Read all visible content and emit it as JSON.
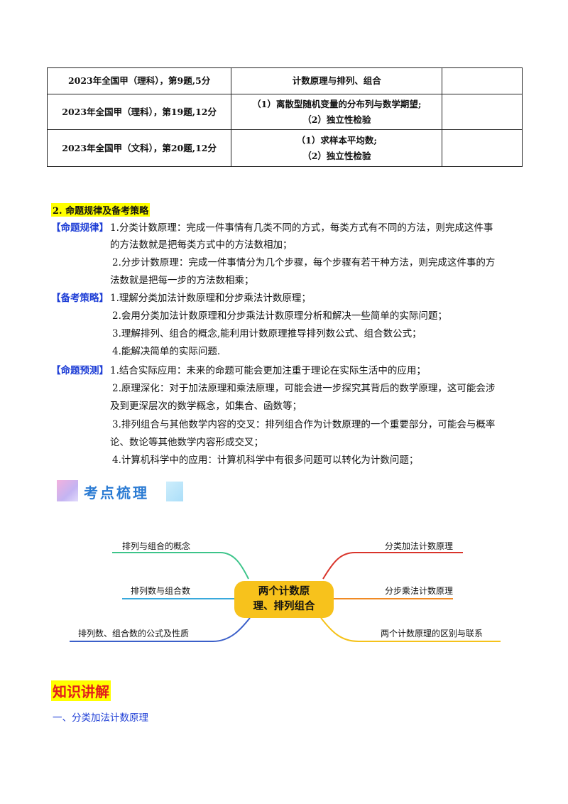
{
  "table": {
    "rows": [
      {
        "source": "2023年全国甲（理科），第9题,5分",
        "topic_lines": [
          "计数原理与排列、组合"
        ],
        "note": ""
      },
      {
        "source": "2023年全国甲（理科），第19题,12分",
        "topic_lines": [
          "（1）离散型随机变量的分布列与数学期望;",
          "（2）独立性检验"
        ],
        "note": ""
      },
      {
        "source": "2023年全国甲（文科），第20题,12分",
        "topic_lines": [
          "（1）求样本平均数;",
          "（2）独立性检验"
        ],
        "note": ""
      }
    ]
  },
  "section2": {
    "title": "2.  命题规律及备考策略",
    "rule": {
      "tag": "【命题规律】",
      "lines": [
        "1.分类计数原理：完成一件事情有几类不同的方式，每类方式有不同的方法，则完成这件事",
        "的方法数就是把每类方式中的方法数相加；",
        "2.分步计数原理：完成一件事情分为几个步骤，每个步骤有若干种方法，则完成这件事的方",
        "法数就是把每一步的方法数相乘；"
      ]
    },
    "strategy": {
      "tag": "【备考策略】",
      "lines": [
        "1.理解分类加法计数原理和分步乘法计数原理；",
        "2.会用分类加法计数原理和分步乘法计数原理分析和解决一些简单的实际问题；",
        "3.理解排列、组合的概念,能利用计数原理推导排列数公式、组合数公式；",
        "4.能解决简单的实际问题."
      ]
    },
    "forecast": {
      "tag": "【命题预测】",
      "lines": [
        "1.结合实际应用：未来的命题可能会更加注重于理论在实际生活中的应用；",
        "2.原理深化：对于加法原理和乘法原理，可能会进一步探究其背后的数学原理，这可能会涉",
        "及到更深层次的数学概念，如集合、函数等；",
        "3.排列组合与其他数学内容的交叉：排列组合作为计数原理的一个重要部分，可能会与概率",
        "论、数论等其他数学内容形成交叉；",
        "4.计算机科学中的应用：计算机科学中有很多问题可以转化为计数问题；"
      ]
    }
  },
  "banner": {
    "title": "考点梳理"
  },
  "mindmap": {
    "center_lines": [
      "两个计数原",
      "理、排列组合"
    ],
    "left": [
      "排列与组合的概念",
      "排列数与组合数",
      "排列数、组合数的公式及性质"
    ],
    "right": [
      "分类加法计数原理",
      "分步乘法计数原理",
      "两个计数原理的区别与联系"
    ],
    "colors": {
      "left_top": "#3cc48a",
      "left_mid": "#39a9dc",
      "left_bottom": "#3b5fc9",
      "right_top": "#d9342b",
      "right_mid": "#f08a24",
      "right_bottom": "#f5c21a",
      "center_fill": "#f7c21c"
    }
  },
  "knowledge": {
    "title": "知识讲解"
  },
  "subsection": {
    "title": "一、分类加法计数原理"
  }
}
